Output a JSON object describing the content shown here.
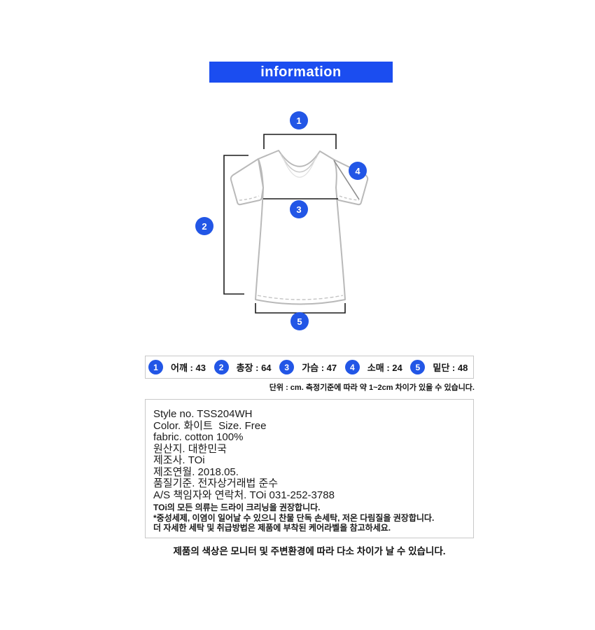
{
  "header": {
    "title": "information"
  },
  "colors": {
    "banner_blue": "#1b4df0",
    "badge_blue": "#2256e6",
    "garment_outline_gray": "#b9b9b9",
    "measure_line_dark": "#1c1c1c"
  },
  "diagram": {
    "points": [
      "1",
      "2",
      "3",
      "4",
      "5"
    ]
  },
  "measurements": {
    "unit_note": "단위 : cm. 측정기준에 따라 약 1~2cm 차이가 있을 수 있습니다.",
    "items": [
      {
        "number": "1",
        "name": "어깨",
        "value": 43,
        "label": "어깨 : 43"
      },
      {
        "number": "2",
        "name": "총장",
        "value": 64,
        "label": "총장 : 64"
      },
      {
        "number": "3",
        "name": "가슴",
        "value": 47,
        "label": "가슴 : 47"
      },
      {
        "number": "4",
        "name": "소매",
        "value": 24,
        "label": "소매 : 24"
      },
      {
        "number": "5",
        "name": "밑단",
        "value": 48,
        "label": "밑단 : 48"
      }
    ]
  },
  "product_info": {
    "lines": [
      "Style no. TSS204WH",
      "Color. 화이트  Size. Free",
      "fabric. cotton 100%",
      "원산지. 대한민국",
      "제조사. TOi",
      "제조연월. 2018.05.",
      "품질기준. 전자상거래법 준수",
      "A/S 책임자와 연락처. TOi 031-252-3788"
    ],
    "care_lines": [
      "TOi의 모든 의류는 드라이 크리닝을 권장합니다.",
      "*중성세제, 이염이 일어날 수 있으니 찬물 단독 손세탁, 저온 다림질을 권장합니다.",
      "더 자세한 세탁 및 취급방법은 제품에 부착된 케어라벨을 참고하세요."
    ]
  },
  "footer": {
    "note": "제품의 색상은 모니터 및 주변환경에 따라 다소 차이가 날 수 있습니다."
  }
}
